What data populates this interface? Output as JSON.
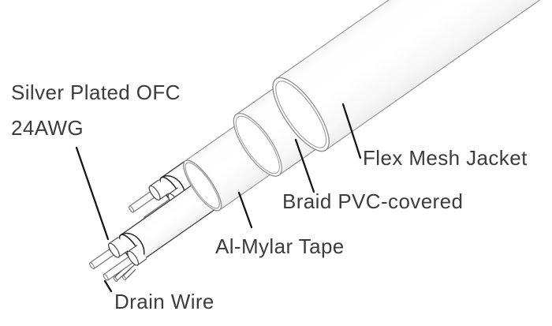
{
  "diagram": {
    "type": "cable-cutaway",
    "labels": {
      "conductor_line1": "Silver Plated OFC",
      "conductor_line2": "24AWG",
      "jacket": "Flex Mesh Jacket",
      "braid": "Braid PVC-covered",
      "tape": "Al-Mylar Tape",
      "drain": "Drain Wire"
    },
    "colors": {
      "background": "#ffffff",
      "label_text": "#3c3c3c",
      "leader_line": "#161616",
      "outline_light": "#8f8f8f",
      "outline_dark": "#262626",
      "cylinder_fill": "#ffffff"
    }
  }
}
